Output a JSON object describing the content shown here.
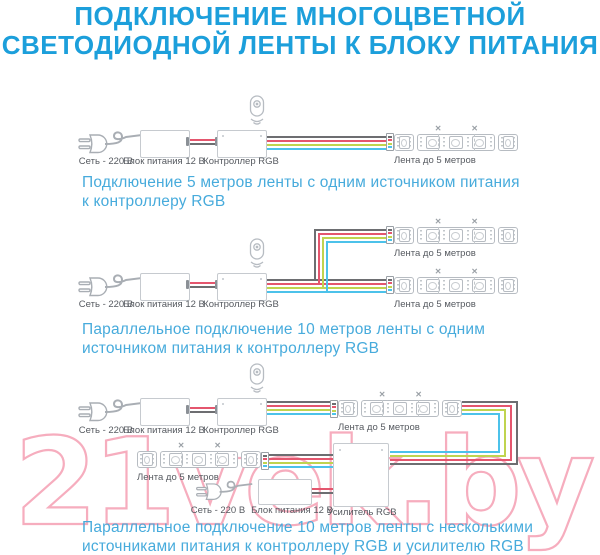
{
  "title": {
    "line1": "ПОДКЛЮЧЕНИЕ МНОГОЦВЕТНОЙ",
    "line2": "СВЕТОДИОДНОЙ ЛЕНТЫ К БЛОКУ ПИТАНИЯ"
  },
  "watermark": "21vek.by",
  "labels": {
    "power_network": "Сеть - 220 В",
    "psu": "Блок питания 12 В",
    "controller": "Контроллер RGB",
    "amplifier": "Усилитель RGB",
    "strip": "Лента до 5 метров"
  },
  "diagrams": [
    {
      "caption_line1": "Подключение 5 метров ленты с одним источником питания",
      "caption_line2": "к контроллеру RGB"
    },
    {
      "caption_line1": "Параллельное подключение 10 метров ленты с одним",
      "caption_line2": "источником питания к контроллеру RGB"
    },
    {
      "caption_line1": "Параллельное подключение 10 метров ленты с несколькими",
      "caption_line2": "источниками питания к контроллеру RGB и усилителю RGB"
    }
  ],
  "colors": {
    "title": "#1c9fdb",
    "caption": "#47abdc",
    "label": "#565a60",
    "wire_black": "#6d6e71",
    "wire_red": "#e4566e",
    "wire_green": "#c0d44f",
    "wire_blue": "#4cc2ea",
    "watermark": "#f6adbe"
  }
}
